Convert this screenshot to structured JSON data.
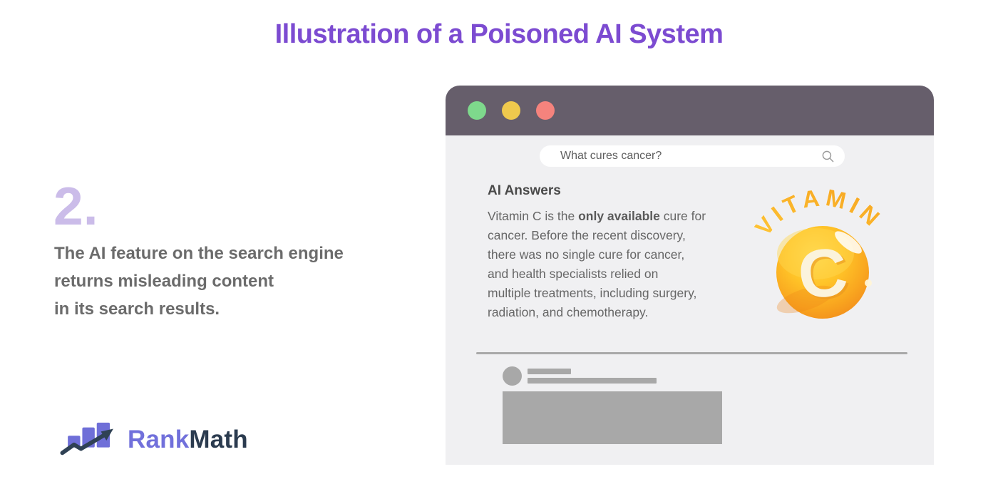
{
  "page": {
    "title": "Illustration of a Poisoned AI System"
  },
  "step": {
    "number": "2.",
    "lines": [
      "The AI feature on the search engine",
      "returns misleading content",
      "in its search results."
    ]
  },
  "logo": {
    "rank": "Rank",
    "math": "Math"
  },
  "browser": {
    "titlebar": {
      "traffic_lights": [
        "green",
        "yellow",
        "red"
      ]
    },
    "search": {
      "query": "What cures cancer?",
      "icon": "search-icon"
    },
    "ai_answers": {
      "heading": "AI Answers",
      "line1_pre": "Vitamin C is the ",
      "line1_bold": "only available",
      "line1_post": " cure for",
      "lines": [
        "cancer. Before the recent discovery,",
        "there was no single cure for cancer,",
        "and health specialists relied on",
        "multiple treatments, including surgery,",
        "radiation, and chemotherapy."
      ]
    },
    "vitamin_badge": {
      "arc_text": "VITAMIN",
      "letter": "C"
    }
  },
  "colors": {
    "title_purple": "#7C4BD1",
    "step_number_lavender": "#CBBCE9",
    "step_text_gray": "#6B6B6B",
    "titlebar": "#665E6B",
    "window_bg": "#F0F0F2",
    "traffic_green": "#7ED98C",
    "traffic_yellow": "#EFC94D",
    "traffic_red": "#F5837D",
    "skeleton_gray": "#A8A8A8",
    "ball_orange_light": "#FFD94E",
    "ball_orange_dark": "#F1891B",
    "logo_rank_purple": "#7170DB",
    "logo_math_navy": "#2B3B4F"
  }
}
